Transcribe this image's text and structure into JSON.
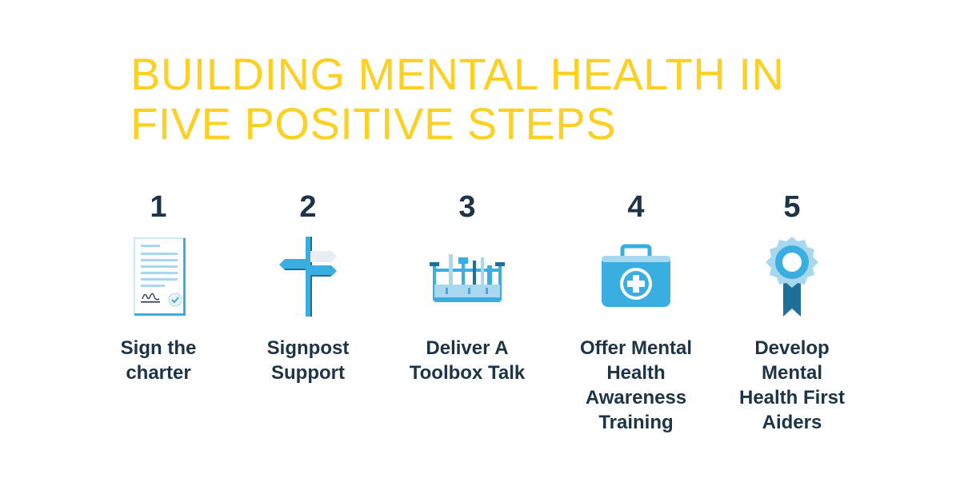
{
  "title": {
    "line1": "BUILDING MENTAL HEALTH IN",
    "line2": "FIVE POSITIVE STEPS"
  },
  "colors": {
    "title": "#fdd023",
    "text": "#1d3447",
    "icon_blue": "#3aaee0",
    "icon_light": "#a8d8ef",
    "icon_dark": "#1f6f9a"
  },
  "steps": [
    {
      "number": "1",
      "label": "Sign the\ncharter",
      "icon": "document-icon"
    },
    {
      "number": "2",
      "label": "Signpost\nSupport",
      "icon": "signpost-icon"
    },
    {
      "number": "3",
      "label": "Deliver A\nToolbox Talk",
      "icon": "toolbox-icon"
    },
    {
      "number": "4",
      "label": "Offer Mental\nHealth\nAwareness\nTraining",
      "icon": "first-aid-kit-icon"
    },
    {
      "number": "5",
      "label": "Develop\nMental\nHealth First\nAiders",
      "icon": "award-rosette-icon"
    }
  ]
}
